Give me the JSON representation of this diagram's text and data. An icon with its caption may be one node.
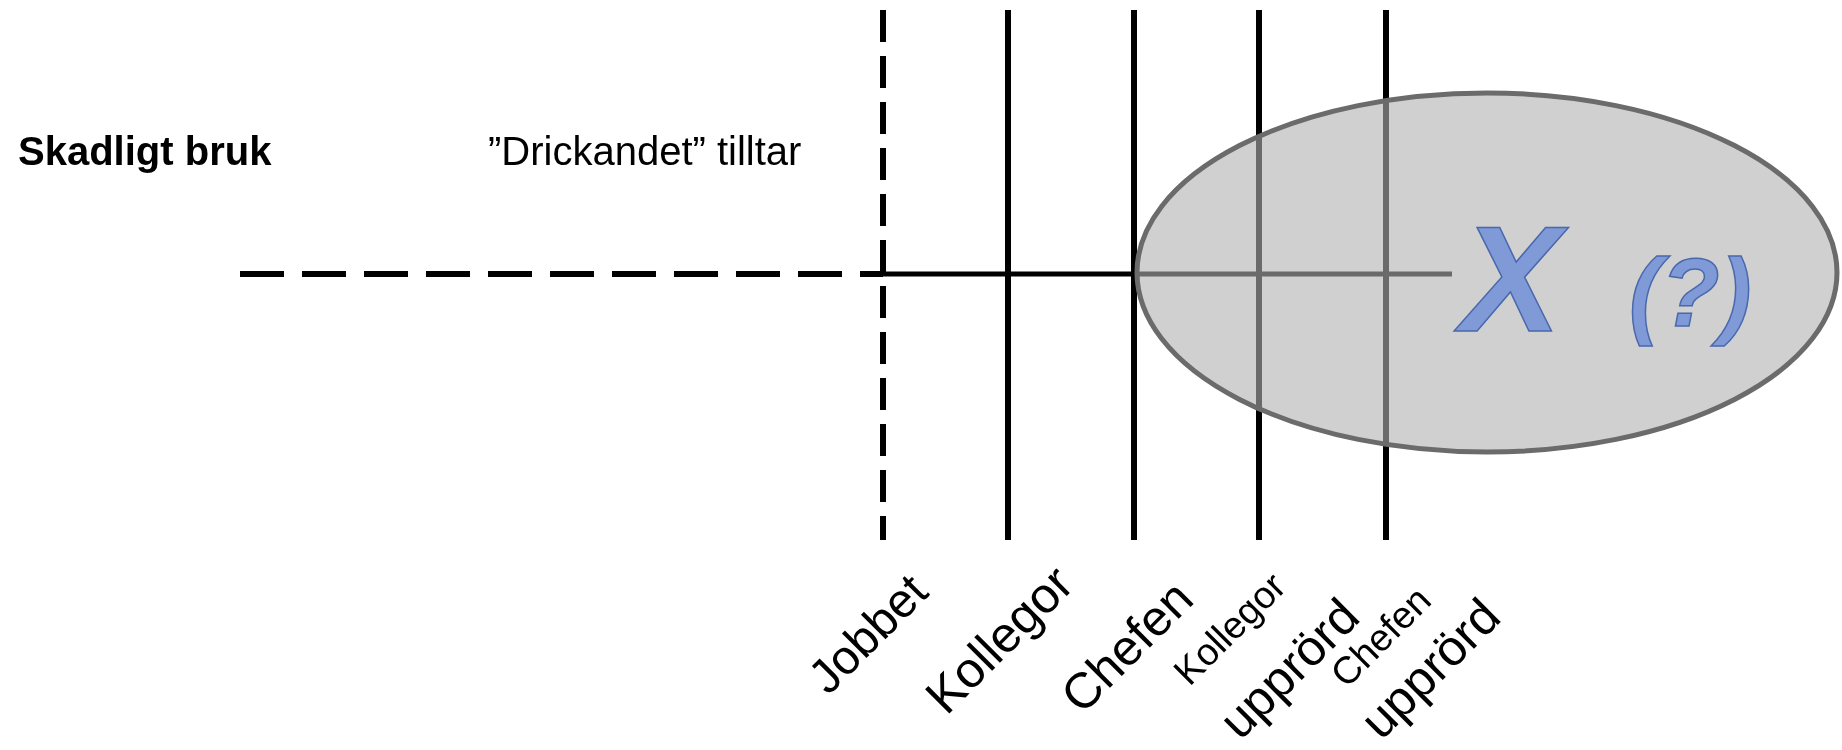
{
  "diagram": {
    "nodes": [
      {
        "text": [
          "X",
          "(?)"
        ]
      }
    ],
    "labels": [
      "Skadligt bruk",
      "”Drickandet” tilltar",
      "Jobbet",
      "Kollegor",
      "Chefen",
      "Kollegor",
      "upprörd",
      "Chefen",
      "upprörd"
    ]
  }
}
